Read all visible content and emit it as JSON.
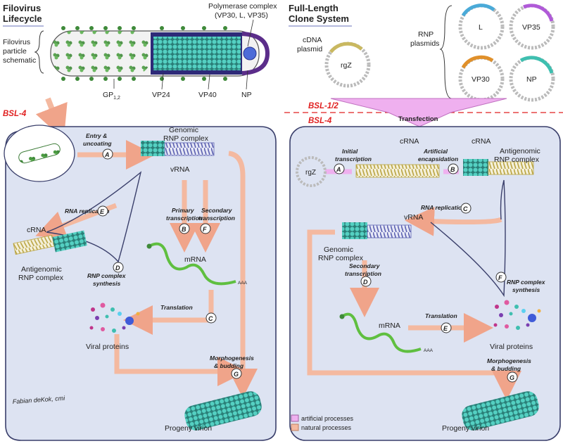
{
  "left": {
    "title_line1": "Filovirus",
    "title_line2": "Lifecycle",
    "schematic_line1": "Filovirus",
    "schematic_line2": "particle",
    "schematic_line3": "schematic",
    "polymerase_line1": "Polymerase complex",
    "polymerase_line2": "(VP30, L, VP35)",
    "gp": "GP",
    "gp_sub": "1,2",
    "vp24": "VP24",
    "vp40": "VP40",
    "np": "NP",
    "bsl": "BSL-4",
    "entry_line1": "Entry &",
    "entry_line2": "uncoating",
    "genomic_line1": "Genomic",
    "genomic_line2": "RNP complex",
    "vrna": "vRNA",
    "rna_replication": "RNA replication",
    "primary_line1": "Primary",
    "primary_line2": "transcription",
    "secondary_line1": "Secondary",
    "secondary_line2": "transcription",
    "crna": "cRNA",
    "antigenomic_line1": "Antigenomic",
    "antigenomic_line2": "RNP complex",
    "rnp_synth_line1": "RNP complex",
    "rnp_synth_line2": "synthesis",
    "mrna": "mRNA",
    "aaa": "AAA",
    "translation": "Translation",
    "viral_proteins": "Viral proteins",
    "morph_line1": "Morphogenesis",
    "morph_line2": "& budding",
    "progeny": "Progeny virion",
    "signature": "Fabian deKok, cmi",
    "step_a": "A",
    "step_b": "B",
    "step_c": "C",
    "step_d": "D",
    "step_e": "E",
    "step_f": "F",
    "step_g": "G"
  },
  "right": {
    "title_line1": "Full-Length",
    "title_line2": "Clone System",
    "cdna_line1": "cDNA",
    "cdna_line2": "plasmid",
    "rgz": "rgZ",
    "rnp_plasmids_line1": "RNP",
    "rnp_plasmids_line2": "plasmids",
    "plasmid_l": "L",
    "plasmid_vp35": "VP35",
    "plasmid_vp30": "VP30",
    "plasmid_np": "NP",
    "bsl12": "BSL-1/2",
    "bsl4": "BSL-4",
    "transfection": "Transfection",
    "rgz_cell": "rgZ",
    "initial_line1": "Initial",
    "initial_line2": "transcription",
    "crna_top": "cRNA",
    "artificial_line1": "Artificial",
    "artificial_line2": "encapsidation",
    "crna_top2": "cRNA",
    "antigenomic_line1": "Antigenomic",
    "antigenomic_line2": "RNP complex",
    "vrna": "vRNA",
    "rna_replication": "RNA replication",
    "genomic_line1": "Genomic",
    "genomic_line2": "RNP complex",
    "secondary_line1": "Secondary",
    "secondary_line2": "transcription",
    "mrna": "mRNA",
    "aaa": "AAA",
    "translation": "Translation",
    "rnp_synth_line1": "RNP complex",
    "rnp_synth_line2": "synthesis",
    "viral_proteins": "Viral proteins",
    "morph_line1": "Morphogenesis",
    "morph_line2": "& budding",
    "progeny": "Progeny virion",
    "step_a": "A",
    "step_b": "B",
    "step_c": "C",
    "step_d": "D",
    "step_e": "E",
    "step_f": "F",
    "step_g": "G"
  },
  "legend": {
    "artificial": "artificial processes",
    "natural": "natural processes"
  },
  "colors": {
    "cell_fill": "#dde3f2",
    "cell_stroke": "#3a3f6b",
    "natural_arrow": "#f4b9a0",
    "artificial_arrow": "#efb0ef",
    "bsl_red": "#e02020",
    "gp_green": "#3f8a3a",
    "teal": "#3fbfb0",
    "helix_blue": "#6f74c0",
    "helix_yellow": "#c9b860",
    "mrna_green": "#5fbf40"
  }
}
